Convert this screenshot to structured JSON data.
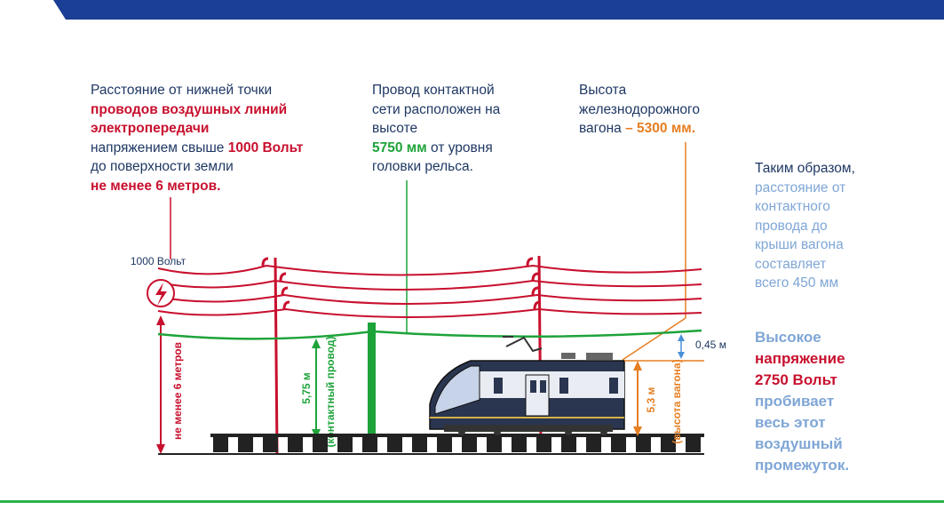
{
  "colors": {
    "banner": "#1b3f94",
    "wire_red": "#c8102e",
    "wire_green": "#1ea33a",
    "orange": "#e67e22",
    "text": "#1f3864",
    "light_blue": "#7fa6d6"
  },
  "block1": {
    "line1": "Расстояние от нижней точки",
    "line2": "проводов воздушных линий",
    "line3": "электропередачи",
    "line4a": "напряжением свыше ",
    "line4b": "1000 Вольт",
    "line5": "до поверхности земли",
    "line6": "не менее 6 метров."
  },
  "block2": {
    "line1": "Провод контактной",
    "line2": "сети расположен на",
    "line3": "высоте",
    "line4a": "5750 мм",
    "line4b": " от уровня",
    "line5": "головки рельса."
  },
  "block3": {
    "line1": "Высота",
    "line2": "железнодорожного",
    "line3a": "вагона ",
    "line3b": "– 5300 мм."
  },
  "block4": {
    "line1": "Таким образом,",
    "line2": "расстояние от",
    "line3": "контактного",
    "line4": "провода до",
    "line5": "крыши вагона",
    "line6": "составляет",
    "line7": "всего 450 мм"
  },
  "block5": {
    "line1": "Высокое",
    "line2": "напряжение",
    "line3": "2750 Вольт",
    "line4": "пробивает",
    "line5": "весь этот",
    "line6": "воздушный",
    "line7": "промежуток."
  },
  "labels": {
    "voltage": "1000 Вольт",
    "min_6m": "не менее 6 метров",
    "h575": "5,75 м",
    "contact_wire": "(контактный провод)",
    "h53": "5,3 м",
    "wagon_height": "(высота вагона)",
    "gap045": "0,45 м"
  },
  "icons": {
    "high_voltage": "lightning-bolt-icon"
  }
}
